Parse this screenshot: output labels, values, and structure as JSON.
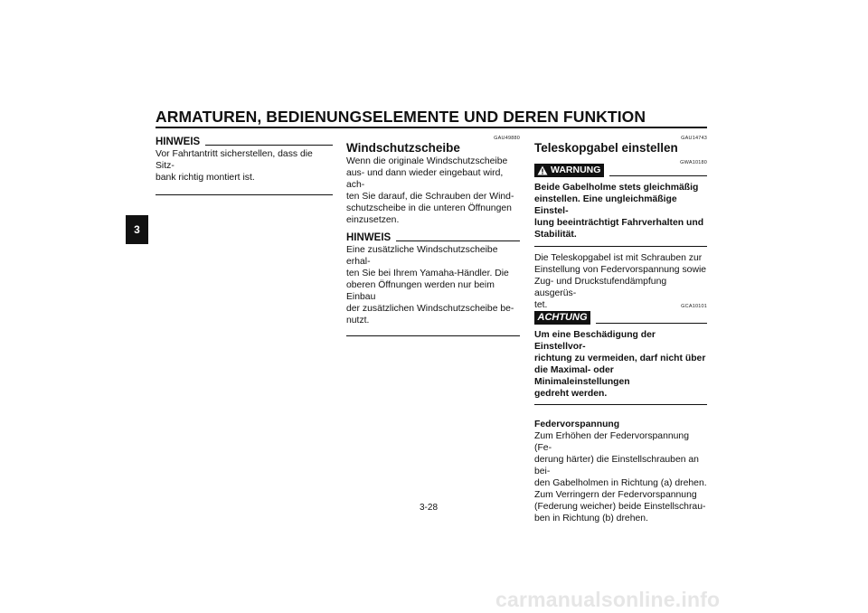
{
  "header": {
    "title": "ARMATUREN, BEDIENUNGSELEMENTE UND DEREN FUNKTION",
    "chapter_tab": "3"
  },
  "column1": {
    "note_label": "HINWEIS",
    "note_text_1": "Vor Fahrtantritt sicherstellen, dass die Sitz-",
    "note_text_2": "bank richtig montiert ist."
  },
  "column2": {
    "code": "GAU49880",
    "heading": "Windschutzscheibe",
    "para_lines": [
      "Wenn die originale Windschutzscheibe",
      "aus- und dann wieder eingebaut wird, ach-",
      "ten Sie darauf, die Schrauben der Wind-",
      "schutzscheibe in die unteren Öffnungen",
      "einzusetzen."
    ],
    "note_label": "HINWEIS",
    "note_lines": [
      "Eine zusätzliche Windschutzscheibe erhal-",
      "ten Sie bei Ihrem Yamaha-Händler. Die",
      "oberen Öffnungen werden nur beim Einbau",
      "der zusätzlichen Windschutzscheibe be-",
      "nutzt."
    ]
  },
  "column3": {
    "code": "GAU14743",
    "heading": "Teleskopgabel einstellen",
    "warning_code": "GWA10180",
    "warning_label": "WARNUNG",
    "warning_lines": [
      "Beide Gabelholme stets gleichmäßig",
      "einstellen. Eine ungleichmäßige Einstel-",
      "lung beeinträchtigt Fahrverhalten und",
      "Stabilität."
    ],
    "para_lines": [
      "Die Teleskopgabel ist mit Schrauben zur",
      "Einstellung von Federvorspannung sowie",
      "Zug- und Druckstufendämpfung ausgerüs-",
      "tet."
    ],
    "caution_code": "GCA10101",
    "caution_label": "ACHTUNG",
    "caution_lines": [
      "Um eine Beschädigung der Einstellvor-",
      "richtung zu vermeiden, darf nicht über",
      "die Maximal- oder Minimaleinstellungen",
      "gedreht werden."
    ],
    "subheading": "Federvorspannung",
    "body_lines": [
      "Zum Erhöhen der Federvorspannung (Fe-",
      "derung härter) die Einstellschrauben an bei-",
      "den Gabelholmen in Richtung (a) drehen.",
      "Zum Verringern der Federvorspannung",
      "(Federung weicher) beide Einstellschrau-",
      "ben in Richtung (b) drehen."
    ]
  },
  "footer": {
    "page_number": "3-28",
    "watermark": "carmanualsonline.info"
  }
}
